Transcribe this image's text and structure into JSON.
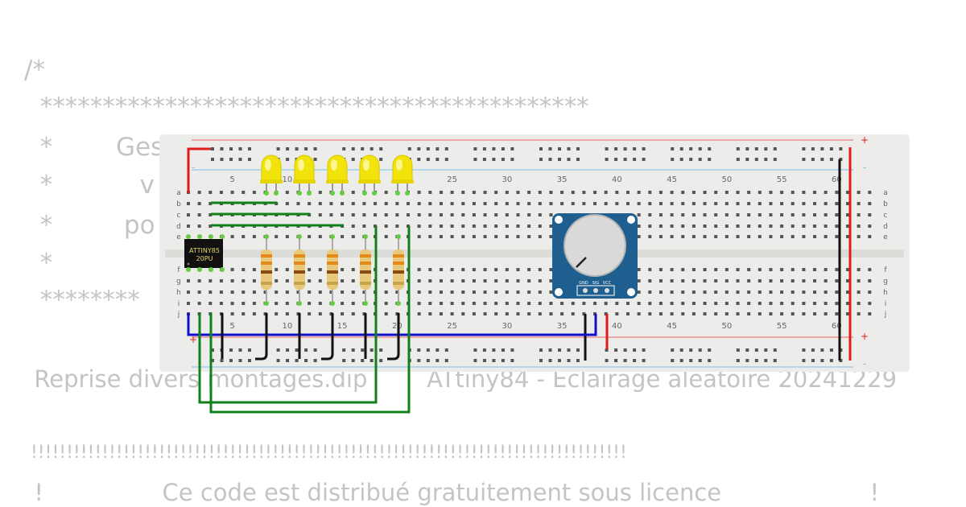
{
  "code_lines": [
    "/*",
    "  ********************************************",
    "  *        Ges",
    "  *           v",
    "  *         po",
    "  *",
    "  ********",
    "  Reprise divers montages.dip        ATtiny84 - Eclairage aleatoire 20241229",
    "  !!!!!!!!!!!!!!!!!!!!!!!!!!!!!!!!!!!!!!!!!!!!!!!!!!!!!!!!!!!!!!!!!!!!!!!!!!!!!!!!!!!!",
    "  !                Ce code est distribué gratuitement sous licence                    !"
  ],
  "breadboard": {
    "column_numbers": [
      "5",
      "10",
      "15",
      "20",
      "25",
      "30",
      "35",
      "40",
      "45",
      "50",
      "55",
      "60"
    ],
    "top_rows": [
      "a",
      "b",
      "c",
      "d",
      "e"
    ],
    "bottom_rows": [
      "f",
      "g",
      "h",
      "i",
      "j"
    ],
    "plus_sign": "+",
    "minus_sign": "-"
  },
  "chip": {
    "line1": "ATTINY85",
    "line2": "20PU"
  },
  "potentiometer": {
    "pins": [
      "GND",
      "SIG",
      "VCC"
    ]
  },
  "led_count": 5,
  "resistor_count": 5,
  "colors": {
    "code_text": "#c4c4c4",
    "board": "#ececea",
    "hole": "#555555",
    "led": "#f2e30a",
    "led_pin": "#66cc44",
    "chip": "#111111",
    "chip_text": "#e8d66a",
    "pot_board": "#1f5f8f",
    "wire_red": "#e01b1b",
    "wire_black": "#111111",
    "wire_green": "#11801a",
    "wire_blue": "#1010cc",
    "rail_red": "#e66",
    "rail_blue": "#7cc0e8"
  }
}
